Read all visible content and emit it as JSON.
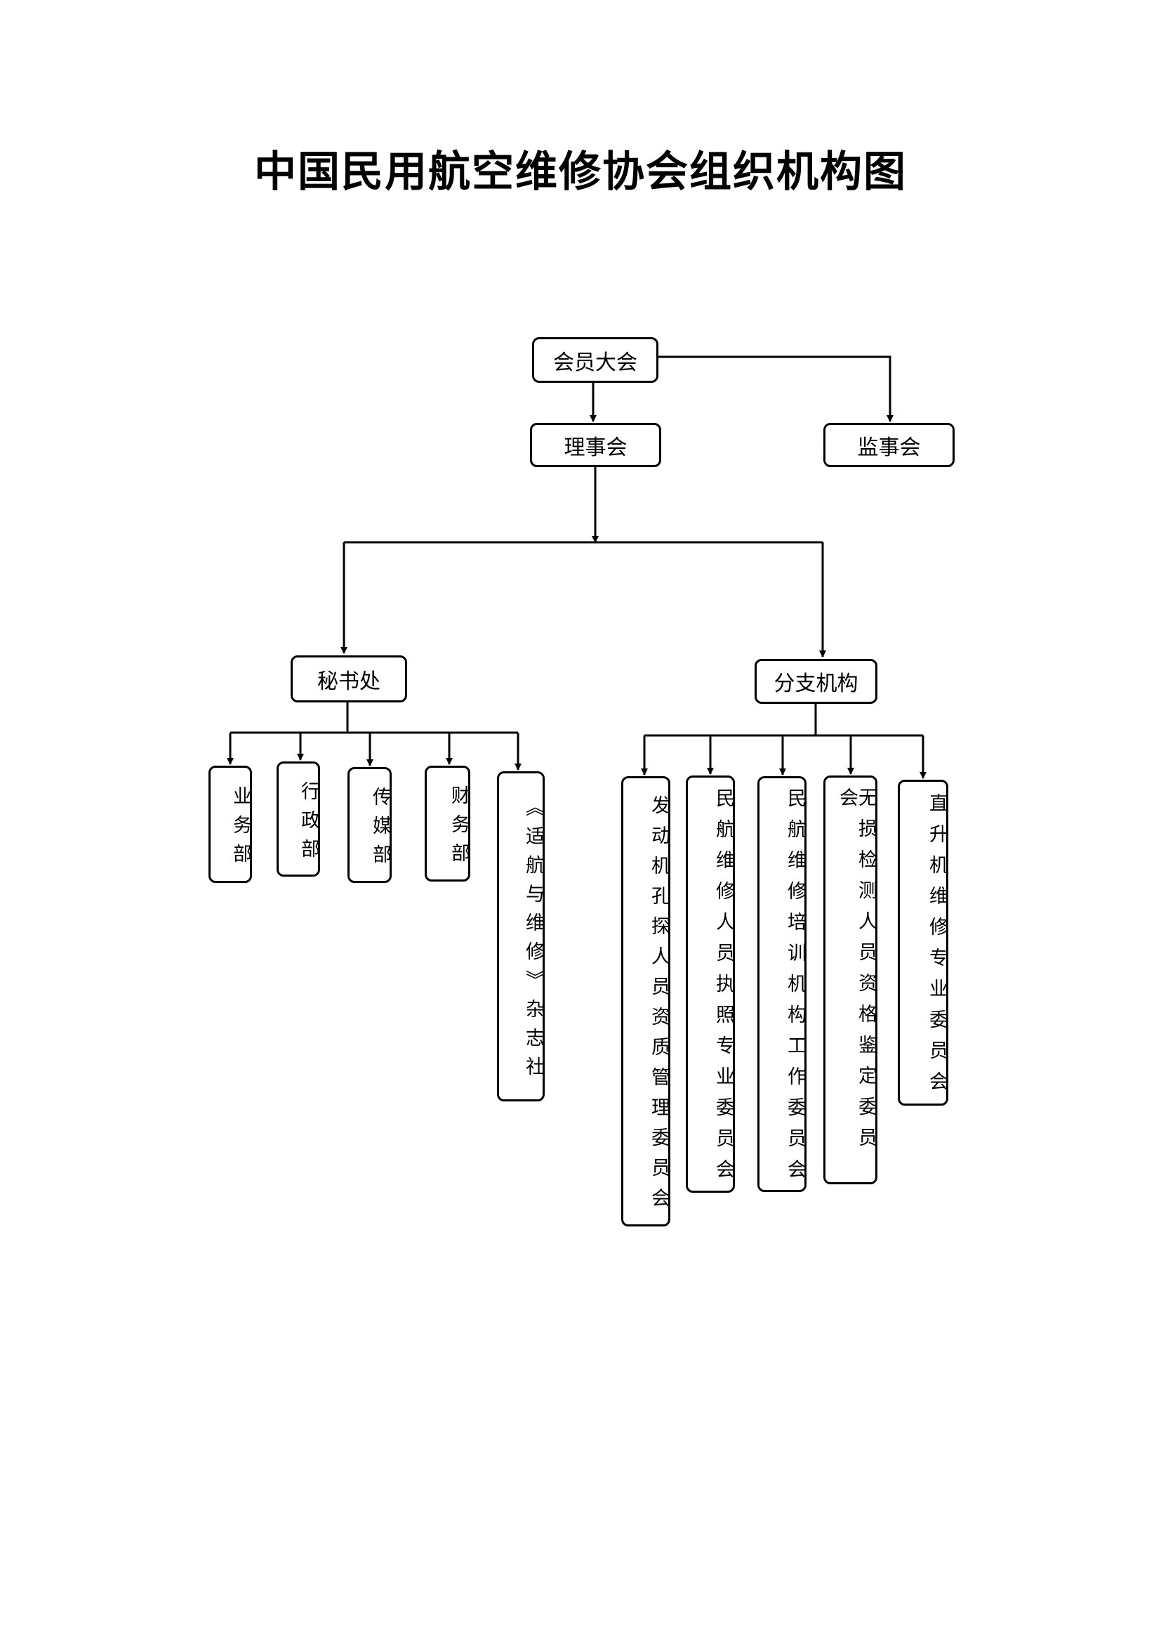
{
  "title": "中国民用航空维修协会组织机构图",
  "nodes": {
    "general_assembly": "会员大会",
    "council": "理事会",
    "supervisory_board": "监事会",
    "secretariat": "秘书处",
    "branches": "分支机构",
    "business_dept": "业务部",
    "admin_dept": "行政部",
    "media_dept": "传媒部",
    "finance_dept": "财务部",
    "magazine": "《适航与维修》杂志社",
    "borescope_committee": "发动机孔探人员资质管理委员会",
    "license_committee": "民航维修人员执照专业委员会",
    "training_committee": "民航维修培训机构工作委员会",
    "ndt_committee": "无损检测人员资格鉴定委员会",
    "helicopter_committee": "直升机维修专业委员会"
  },
  "colors": {
    "line": "#000000",
    "box_border": "#000000",
    "background": "#ffffff"
  }
}
